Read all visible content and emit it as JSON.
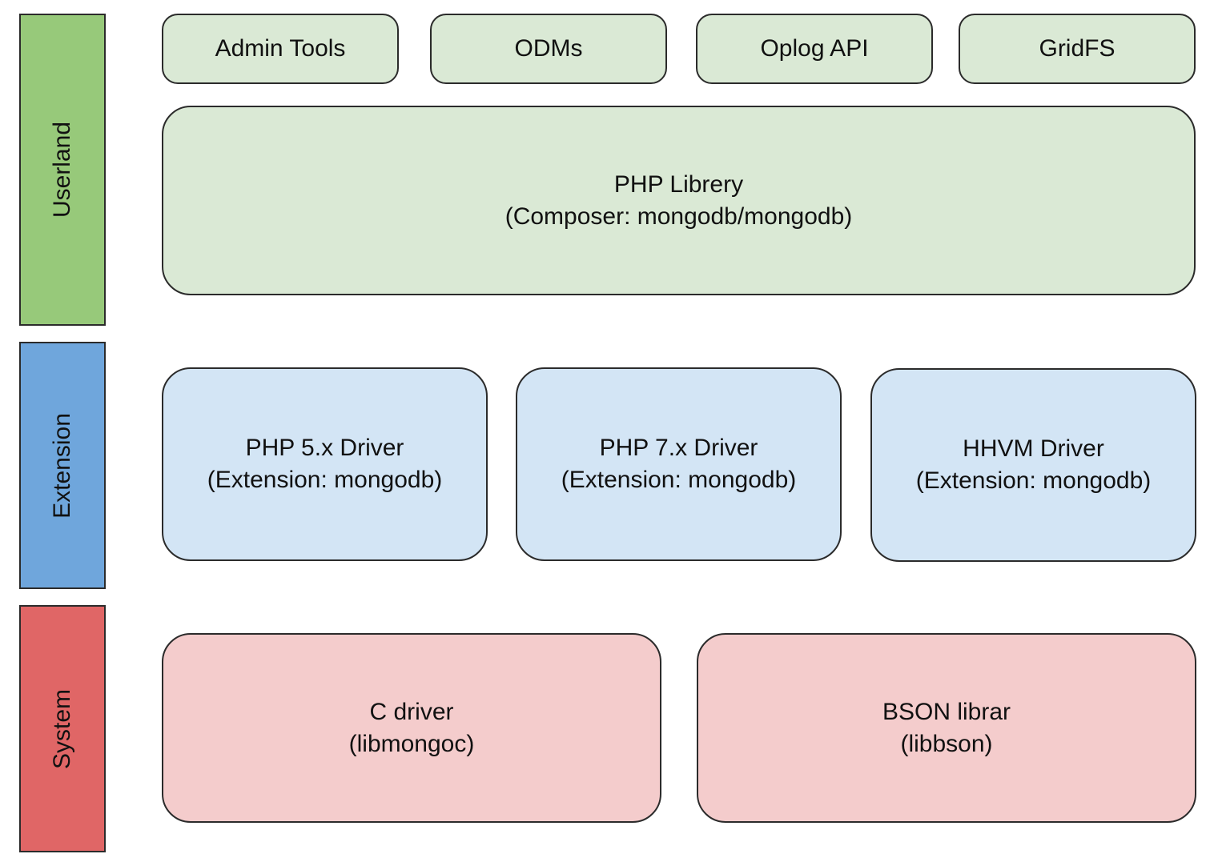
{
  "colors": {
    "userland_bar": "#97c97a",
    "userland_box": "#dae9d5",
    "extension_bar": "#6fa6dc",
    "extension_box": "#d3e5f5",
    "system_bar": "#e06666",
    "system_box": "#f4cccc",
    "border": "#2b2b2b"
  },
  "layers": {
    "userland": {
      "label": "Userland"
    },
    "extension": {
      "label": "Extension"
    },
    "system": {
      "label": "System"
    }
  },
  "userland": {
    "admin_tools": "Admin Tools",
    "odms": "ODMs",
    "oplog_api": "Oplog API",
    "gridfs": "GridFS",
    "php_library": {
      "title": "PHP Librery",
      "subtitle": "(Composer: mongodb/mongodb)"
    }
  },
  "extension": {
    "php5": {
      "title": "PHP 5.x Driver",
      "subtitle": "(Extension: mongodb)"
    },
    "php7": {
      "title": "PHP 7.x Driver",
      "subtitle": "(Extension: mongodb)"
    },
    "hhvm": {
      "title": "HHVM Driver",
      "subtitle": "(Extension: mongodb)"
    }
  },
  "system": {
    "c_driver": {
      "title": "C driver",
      "subtitle": "(libmongoc)"
    },
    "bson": {
      "title": "BSON librar",
      "subtitle": "(libbson)"
    }
  }
}
